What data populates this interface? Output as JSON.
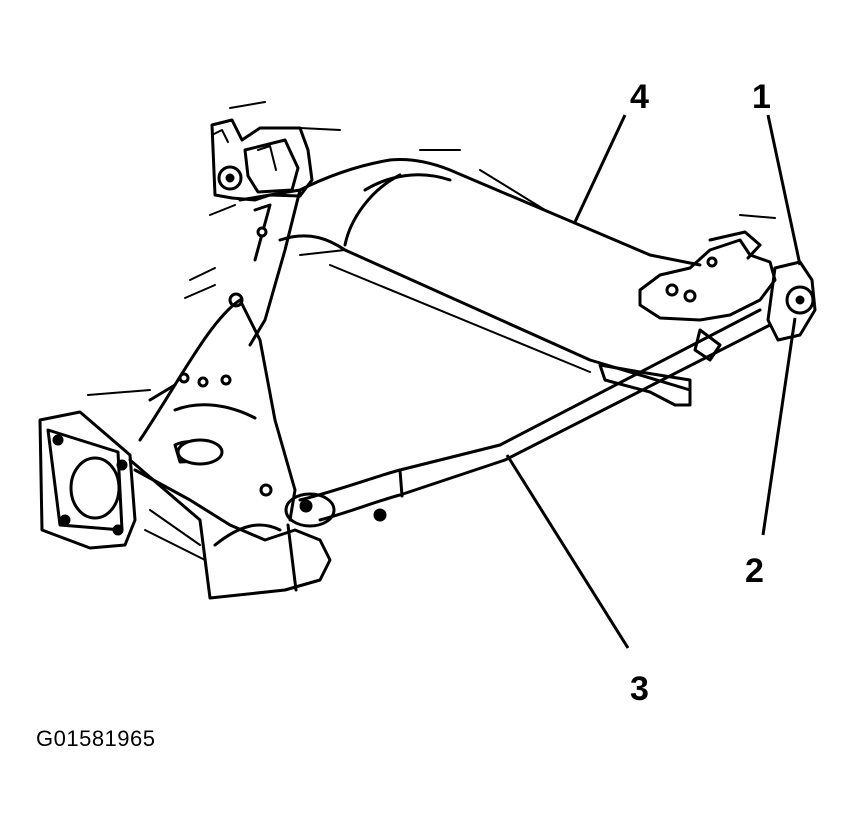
{
  "figure_code": "G01581965",
  "callouts": [
    {
      "id": "1",
      "label": "1"
    },
    {
      "id": "2",
      "label": "2"
    },
    {
      "id": "3",
      "label": "3"
    },
    {
      "id": "4",
      "label": "4"
    }
  ]
}
